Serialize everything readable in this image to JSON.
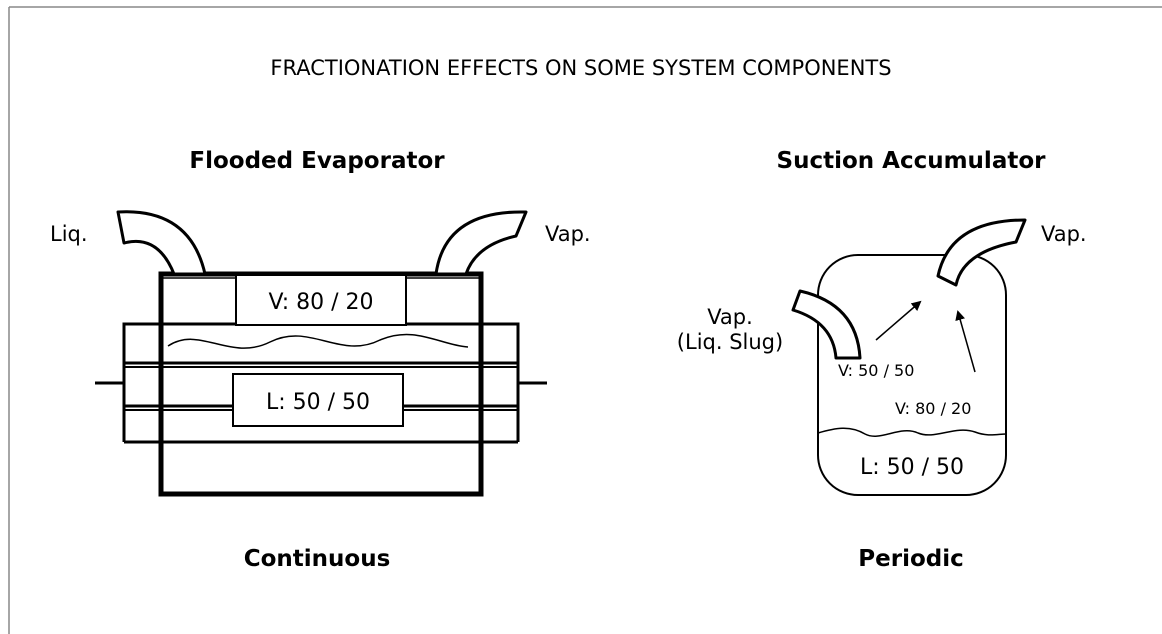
{
  "title": "FRACTIONATION EFFECTS ON SOME SYSTEM COMPONENTS",
  "left": {
    "heading": "Flooded Evaporator",
    "inlet_label": "Liq.",
    "outlet_label": "Vap.",
    "vapor_box": "V: 80 / 20",
    "liquid_box": "L: 50 / 50",
    "caption": "Continuous"
  },
  "right": {
    "heading": "Suction Accumulator",
    "outlet_label": "Vap.",
    "inlet_label_line1": "Vap.",
    "inlet_label_line2": "(Liq. Slug)",
    "inlet_vapor": "V: 50 / 50",
    "liquid_vapor": "V: 80 / 20",
    "liquid_box": "L: 50 / 50",
    "caption": "Periodic"
  }
}
